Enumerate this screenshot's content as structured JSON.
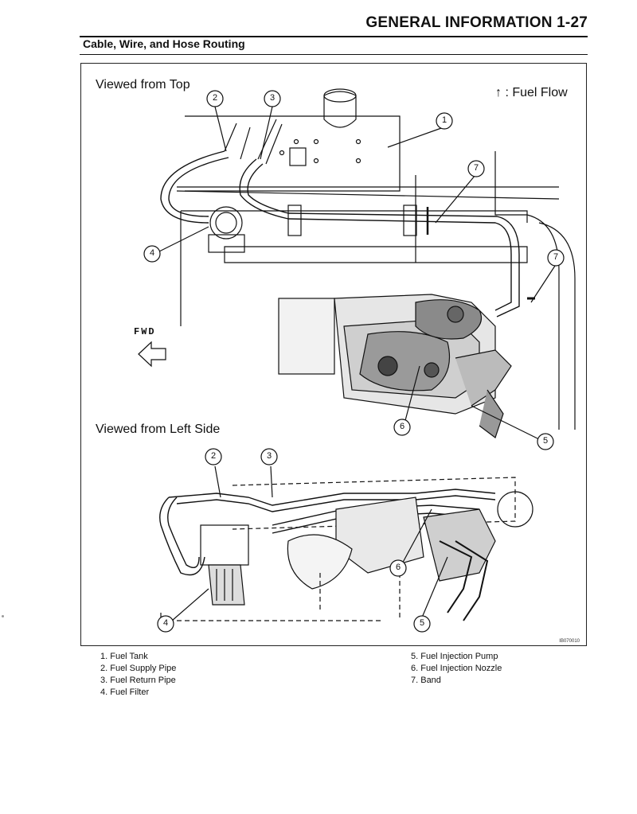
{
  "header": {
    "title": "GENERAL INFORMATION 1-27",
    "section": "Cable, Wire, and Hose Routing"
  },
  "figure": {
    "top_view_label": "Viewed from Top",
    "side_view_label": "Viewed from Left Side",
    "fuel_flow_label": "↑ : Fuel Flow",
    "fwd_label": "FWD",
    "figure_id": "IB070010",
    "top_callouts": [
      "2",
      "3",
      "1",
      "7",
      "4",
      "7",
      "6",
      "5"
    ],
    "side_callouts": [
      "2",
      "3",
      "6",
      "4",
      "5"
    ]
  },
  "legend": {
    "left": [
      "1. Fuel Tank",
      "2. Fuel Supply Pipe",
      "3. Fuel Return Pipe",
      "4. Fuel Filter"
    ],
    "right": [
      "5. Fuel Injection Pump",
      "6. Fuel Injection Nozzle",
      "7. Band"
    ]
  },
  "colors": {
    "ink": "#111111",
    "paper": "#ffffff",
    "shade": "#555555"
  }
}
